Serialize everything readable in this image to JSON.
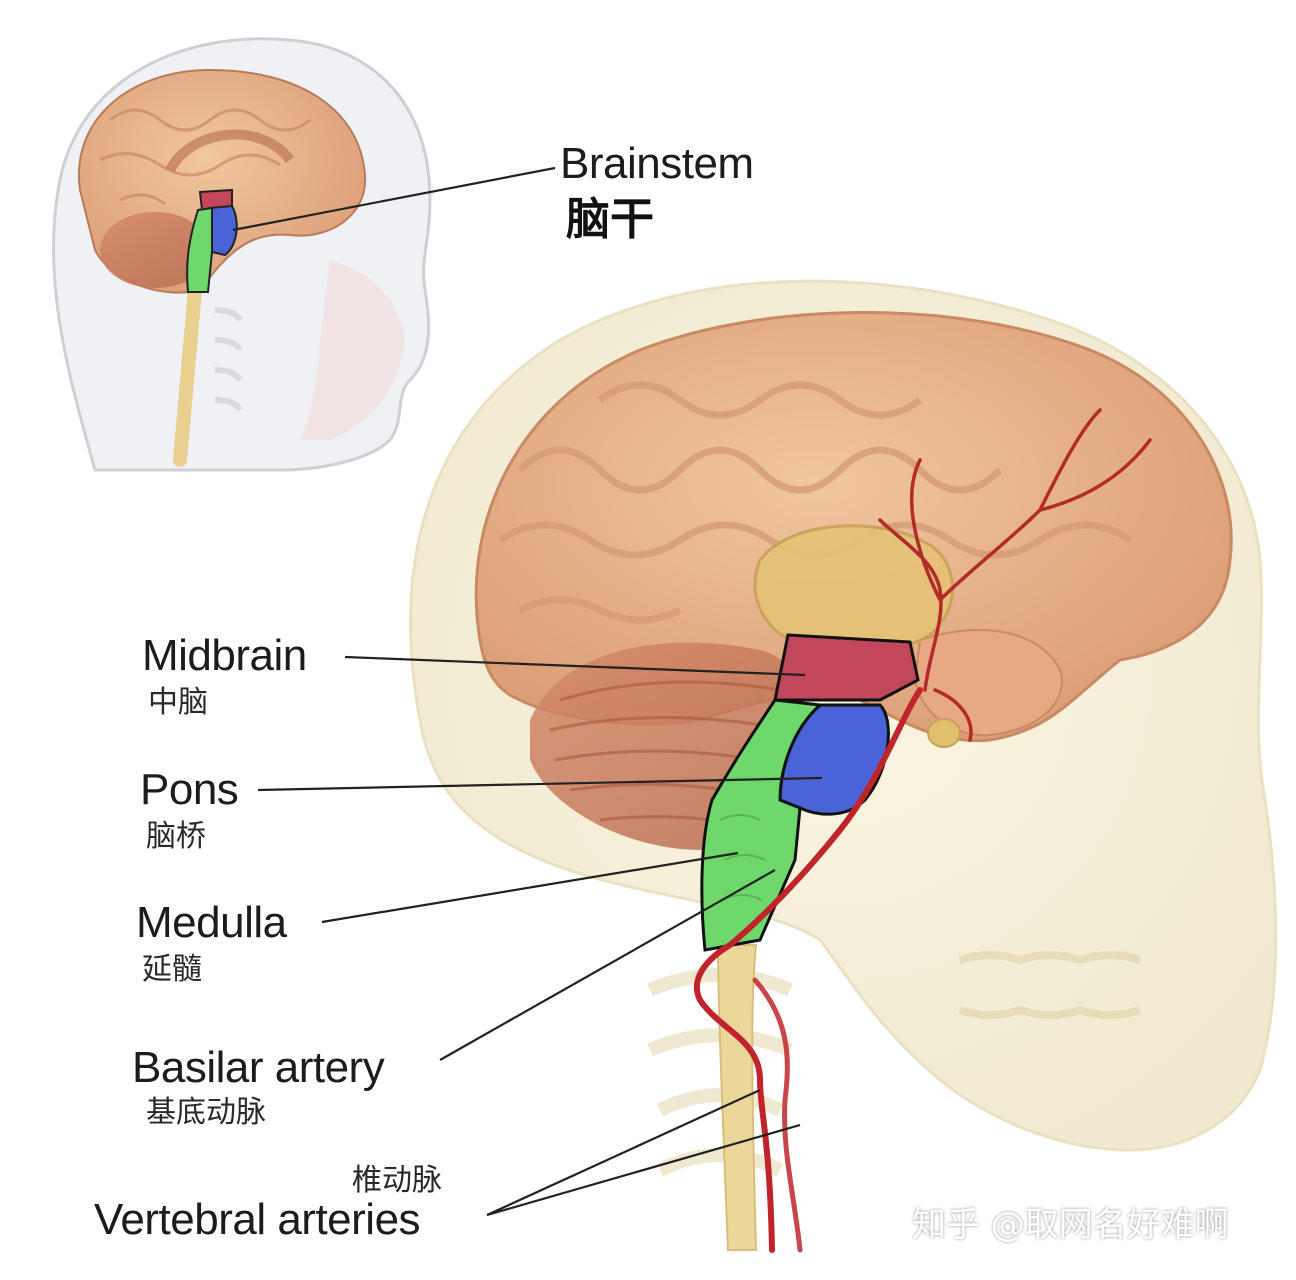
{
  "labels": {
    "brainstem_en": "Brainstem",
    "brainstem_zh": "脑干",
    "midbrain_en": "Midbrain",
    "midbrain_zh": "中脑",
    "pons_en": "Pons",
    "pons_zh": "脑桥",
    "medulla_en": "Medulla",
    "medulla_zh": "延髓",
    "basilar_en": "Basilar artery",
    "basilar_zh": "基底动脉",
    "vertebral_zh": "椎动脉",
    "vertebral_en": "Vertebral arteries"
  },
  "watermark": "知乎 @取网名好难啊",
  "colors": {
    "midbrain": "#c2475a",
    "pons": "#4a63d8",
    "medulla": "#6fd86c",
    "brain": "#e8b08a",
    "artery": "#c0242a",
    "spinal_cord": "#ecd79a"
  }
}
